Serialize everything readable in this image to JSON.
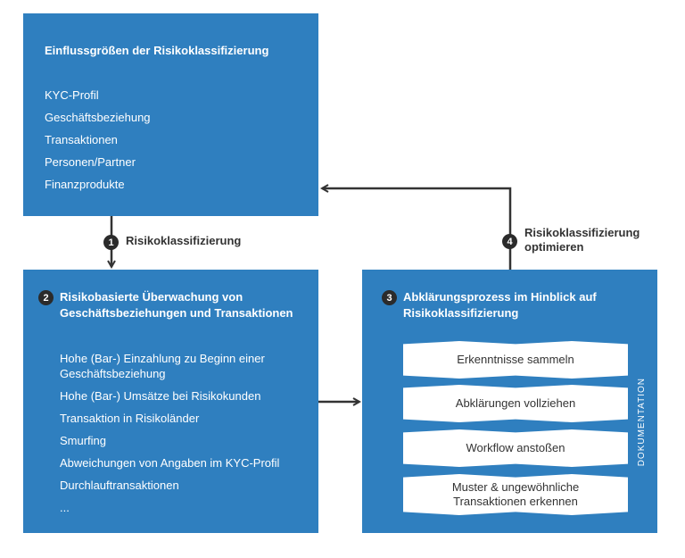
{
  "box1": {
    "title": "Einflussgrößen der Risikoklassifizierung",
    "items": [
      "KYC-Profil",
      "Geschäftsbeziehung",
      "Transaktionen",
      "Personen/Partner",
      "Finanzprodukte"
    ]
  },
  "step1": {
    "number": "1",
    "label": "Risikoklassifizierung"
  },
  "box2": {
    "number": "2",
    "title_line1": "Risikobasierte Überwachung von",
    "title_line2": "Geschäftsbeziehungen und Transaktionen",
    "items": [
      "Hohe (Bar-) Einzahlung zu Beginn einer Geschäftsbeziehung",
      "Hohe (Bar-) Umsätze bei Risikokunden",
      "Transaktion in Risikoländer",
      "Smurfing",
      "Abweichungen von Angaben im KYC-Profil",
      "Durchlauftransaktionen",
      "..."
    ]
  },
  "box3": {
    "number": "3",
    "title_line1": "Abklärungsprozess im Hinblick auf",
    "title_line2": "Risikoklassifizierung",
    "steps": [
      "Erkenntnisse sammeln",
      "Abklärungen vollziehen",
      "Workflow anstoßen",
      "Muster & ungewöhnliche Transaktionen erkennen"
    ],
    "side_label": "DOKUMENTATION"
  },
  "step4": {
    "number": "4",
    "label_line1": "Risikoklassifizierung",
    "label_line2": "optimieren"
  },
  "colors": {
    "box": "#2f7fbf",
    "arrow": "#333333",
    "badge": "#2b2b2b"
  }
}
